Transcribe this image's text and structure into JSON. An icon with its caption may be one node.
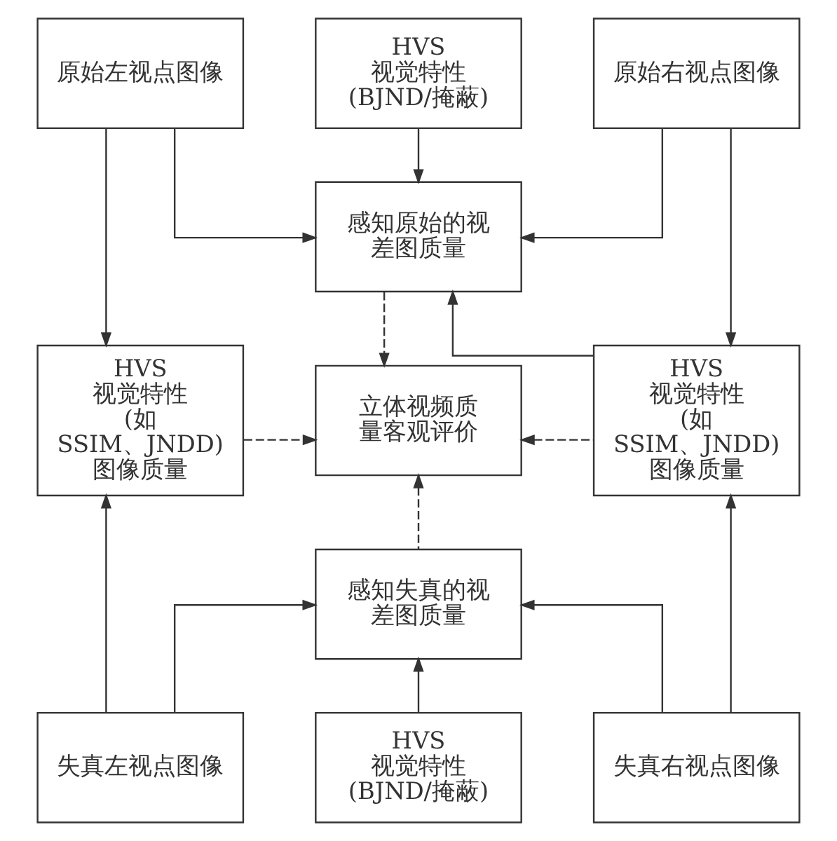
{
  "diagram": {
    "nodes": [
      {
        "text": [
          "原始左视点图像"
        ]
      },
      {
        "text": [
          "HVS 视觉特性 (BJND/掩蔽)"
        ]
      },
      {
        "text": [
          "原始右视点图像"
        ]
      },
      {
        "text": [
          "感知原始的视差图质量"
        ]
      },
      {
        "text": [
          "HVS 视觉特性 (如 SSIM、JNDD) 图像质量"
        ]
      },
      {
        "text": [
          "立体视频质量客观评价"
        ]
      },
      {
        "text": [
          "HVS 视觉特性 (如 SSIM、JNDD) 图像质量"
        ]
      },
      {
        "text": [
          "感知失真的视差图质量"
        ]
      },
      {
        "text": [
          "失真左视点图像"
        ]
      },
      {
        "text": [
          "HVS 视觉特性 (BJND/掩蔽)"
        ]
      },
      {
        "text": [
          "失真右视点图像"
        ]
      }
    ],
    "edges": [
      {
        "from": 0,
        "to": 3,
        "arrow": "to"
      },
      {
        "from": 1,
        "to": 3,
        "arrow": "to"
      },
      {
        "from": 2,
        "to": 3,
        "arrow": "to"
      },
      {
        "from": 6,
        "to": 3,
        "arrow": "to"
      },
      {
        "from": 0,
        "to": 4,
        "arrow": "to"
      },
      {
        "from": 2,
        "to": 6,
        "arrow": "to"
      },
      {
        "from": 3,
        "to": 5,
        "arrow": "to",
        "style": "dashed"
      },
      {
        "from": 4,
        "to": 5,
        "arrow": "to",
        "style": "dashed"
      },
      {
        "from": 6,
        "to": 5,
        "arrow": "to",
        "style": "dashed"
      },
      {
        "from": 7,
        "to": 5,
        "arrow": "to",
        "style": "dashed"
      },
      {
        "from": 8,
        "to": 4,
        "arrow": "to"
      },
      {
        "from": 8,
        "to": 7,
        "arrow": "to"
      },
      {
        "from": 9,
        "to": 7,
        "arrow": "to"
      },
      {
        "from": 10,
        "to": 7,
        "arrow": "to"
      },
      {
        "from": 10,
        "to": 6,
        "arrow": "to"
      }
    ]
  }
}
